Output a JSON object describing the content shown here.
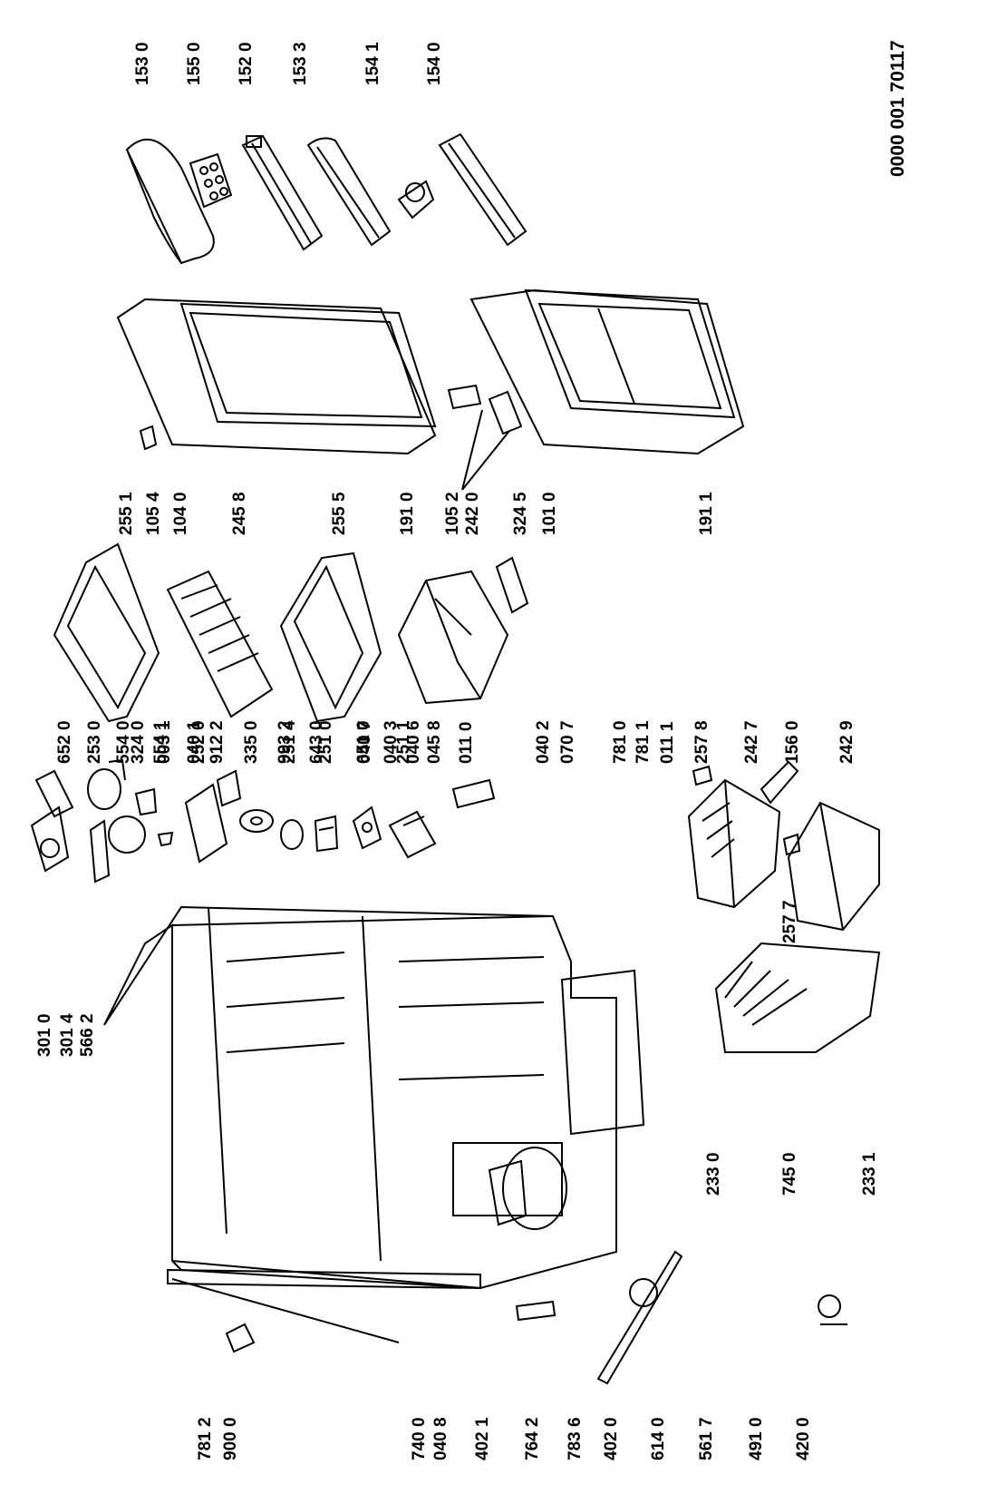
{
  "document_number": "0000 001 70117",
  "part_labels": {
    "top_accessories": [
      "153 0",
      "155 0",
      "152 0",
      "153 3",
      "154 1",
      "154 0"
    ],
    "doors": [
      "255 1",
      "105 4",
      "104 0",
      "245 8",
      "255 5",
      "191 0",
      "105 2",
      "242 0",
      "324 5",
      "101 0",
      "191 1"
    ],
    "small_parts": [
      "652 0",
      "253 0",
      "554 0",
      "554 1",
      "252 0",
      "335 0",
      "251 4",
      "251 0",
      "651 0",
      "251 1"
    ],
    "freezer_parts": [
      "257 8",
      "242 7",
      "156 0",
      "242 9",
      "257 7"
    ],
    "cabinet_parts": [
      "301 0",
      "301 4",
      "566 2",
      "324 0",
      "003 1",
      "040 1",
      "912 2",
      "993 2",
      "643 0",
      "040 7",
      "040 3",
      "040 6",
      "045 8",
      "011 0",
      "040 2",
      "070 7",
      "781 0",
      "781 1",
      "011 1"
    ],
    "bottom_parts": [
      "781 2",
      "900 0",
      "740 0",
      "040 8",
      "402 1",
      "764 2",
      "783 6",
      "402 0",
      "614 0",
      "561 7",
      "491 0",
      "420 0",
      "233 0",
      "745 0",
      "233 1"
    ]
  }
}
